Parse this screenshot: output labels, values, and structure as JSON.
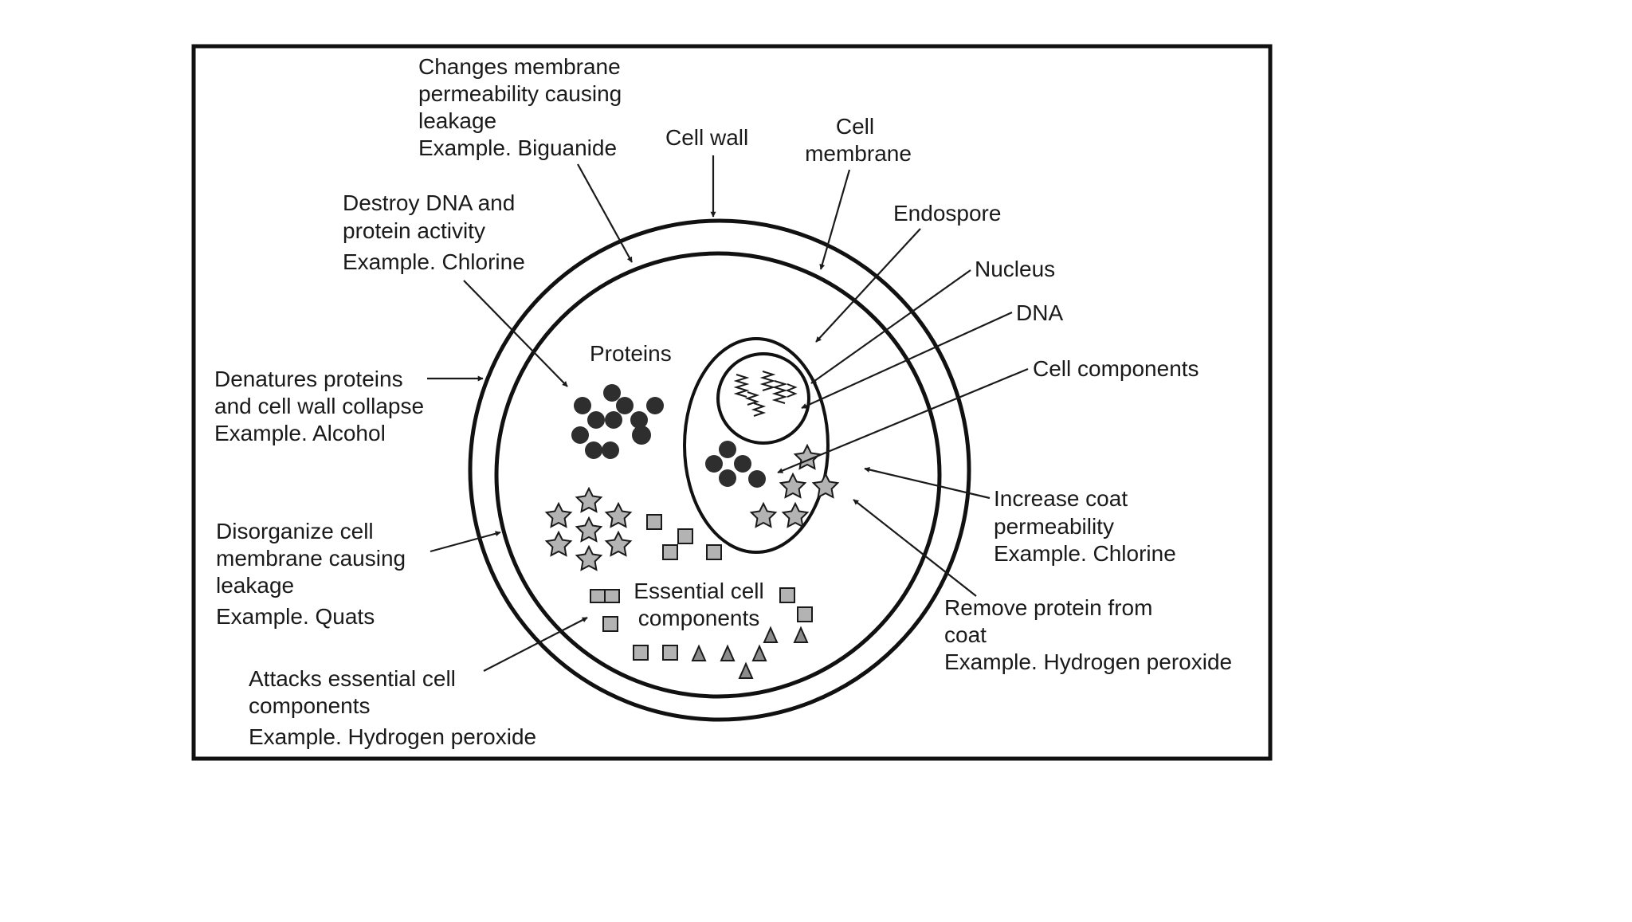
{
  "labels": {
    "membrane_biguanide": [
      "Changes membrane",
      "permeability causing",
      "leakage",
      "Example. Biguanide"
    ],
    "cell_wall": "Cell wall",
    "cell_membrane": [
      "Cell",
      "membrane"
    ],
    "dna_chlorine": [
      "Destroy DNA and",
      "protein activity",
      "Example. Chlorine"
    ],
    "endospore": "Endospore",
    "nucleus": "Nucleus",
    "dna": "DNA",
    "cell_components": "Cell components",
    "proteins": "Proteins",
    "alcohol": [
      "Denatures proteins",
      "and cell wall collapse",
      "Example. Alcohol"
    ],
    "coat_chlorine": [
      "Increase coat",
      "permeability",
      "Example. Chlorine"
    ],
    "quats": [
      "Disorganize cell",
      "membrane causing",
      "leakage",
      "Example. Quats"
    ],
    "essential": [
      "Essential cell",
      "components"
    ],
    "coat_peroxide": [
      "Remove protein from",
      "coat",
      "Example. Hydrogen peroxide"
    ],
    "essential_peroxide": [
      "Attacks essential cell",
      "components",
      "Example. Hydrogen peroxide"
    ]
  },
  "colors": {
    "frame": "#111111",
    "ink": "#1a1a1a",
    "dot": "#2e2e2e",
    "shape_fill": "#b3b3b3",
    "triangle_fill": "#8c8c8c"
  }
}
